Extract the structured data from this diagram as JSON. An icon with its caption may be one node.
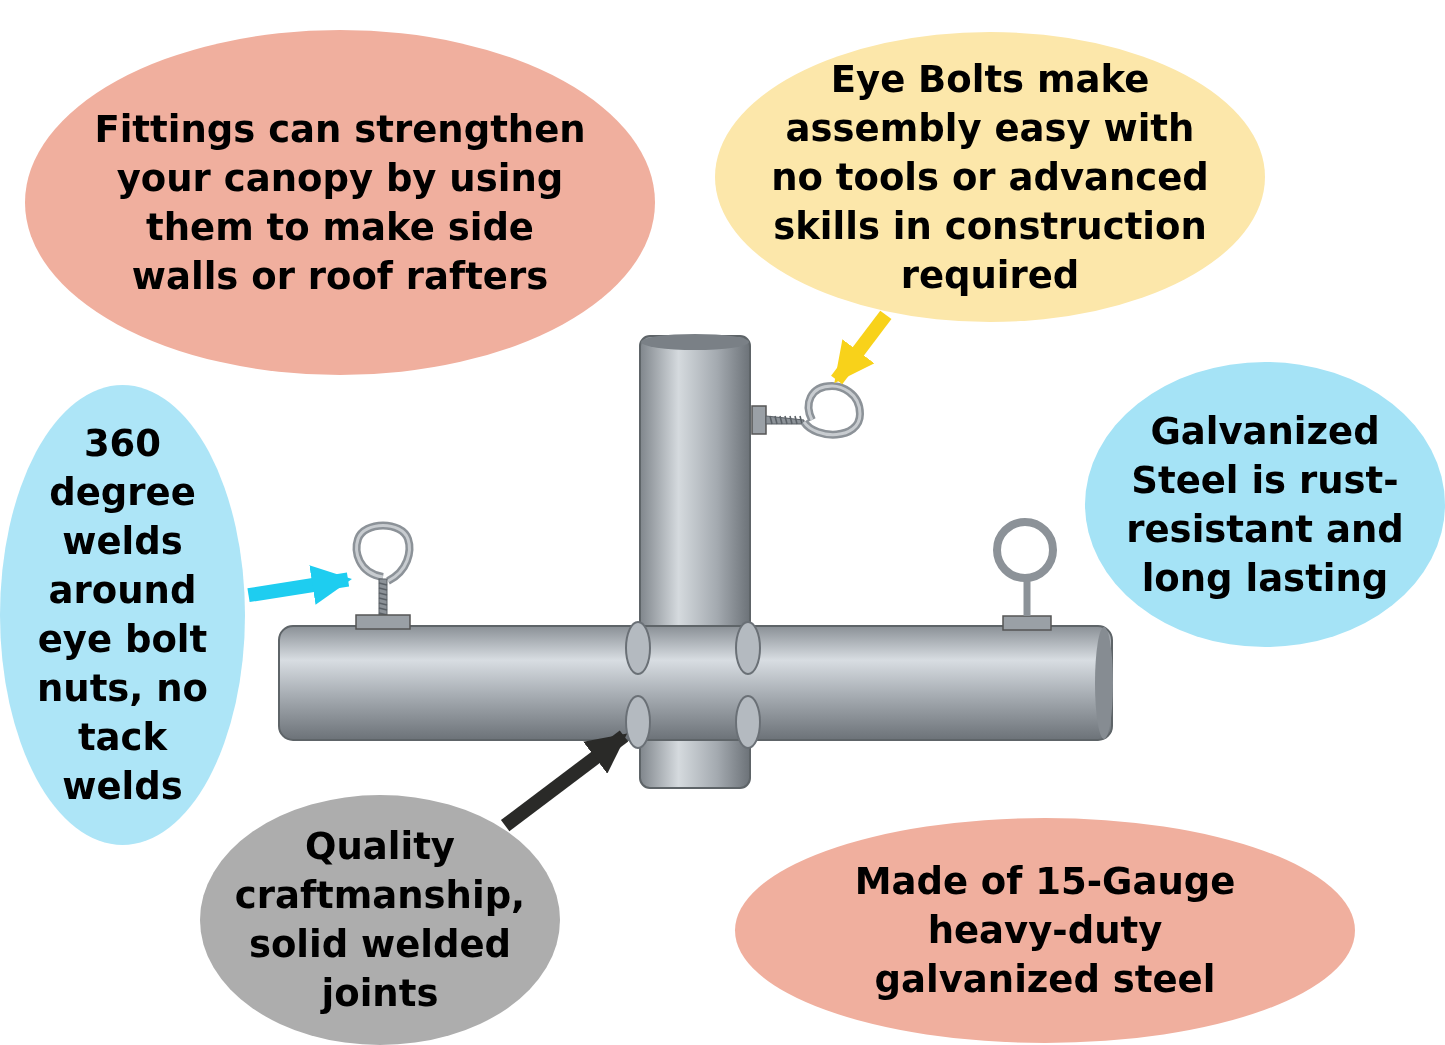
{
  "diagram": {
    "nodes": [
      {
        "text": [
          "Fittings can strengthen your canopy by using them to make side walls or roof rafters"
        ]
      },
      {
        "text": [
          "Eye Bolts make assembly easy with no tools or advanced skills in construction required"
        ]
      },
      {
        "text": [],
        "shape": "picture"
      },
      {
        "text": [
          "360 degree welds around eye bolt nuts, no tack welds"
        ]
      },
      {
        "text": [],
        "shape": "picture"
      },
      {
        "text": [
          "Galvanized Steel is rust-resistant and long lasting"
        ]
      },
      {
        "text": [],
        "shape": "picture"
      },
      {
        "text": [
          "Quality craftmanship, solid welded joints"
        ]
      },
      {
        "text": [
          "Made of 15-Gauge heavy-duty galvanized steel"
        ]
      }
    ],
    "edges": [
      {
        "from": 1,
        "to": 2,
        "arrow": "to",
        "color": "#f8d21a"
      },
      {
        "from": 3,
        "to": 4,
        "arrow": "to",
        "color": "#1ecdf0"
      },
      {
        "from": 7,
        "to": 6,
        "arrow": "to",
        "color": "#2a2a28"
      }
    ]
  }
}
